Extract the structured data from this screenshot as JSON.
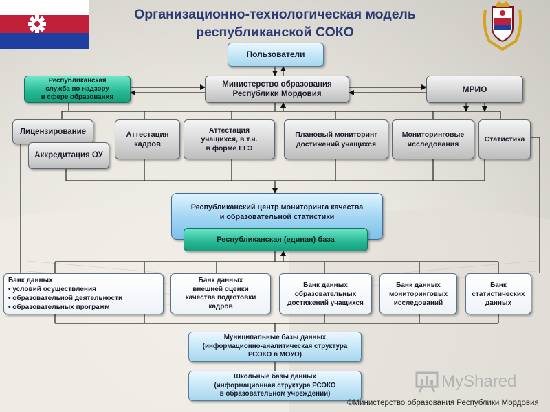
{
  "title": {
    "line1": "Организационно-технологическая модель",
    "line2": "республиканской СОКО"
  },
  "colors": {
    "title": "#2b3a73",
    "flag_white": "#ffffff",
    "flag_red": "#c0203a",
    "flag_blue": "#1f3fa0",
    "box_grey": "#cfcfcf",
    "box_light_blue": "#bfe4f6",
    "box_blue": "#9fd4f3",
    "box_teal": "#25b894"
  },
  "boxes": {
    "users": "Пользователи",
    "ministry": [
      "Министерство образования",
      "Республики Мордовия"
    ],
    "supervision": [
      "Республиканская",
      "служба по надзору",
      "в сфере образования"
    ],
    "mrio": "МРИО",
    "licensing": "Лицензирование",
    "accreditation": "Аккредитация ОУ",
    "staff_attestation": [
      "Аттестация",
      "кадров"
    ],
    "student_attestation": [
      "Аттестация",
      "учащихся, в т.ч.",
      "в форме ЕГЭ"
    ],
    "planned_monitoring": [
      "Плановый мониторинг",
      "достижений учащихся"
    ],
    "monitoring_research": [
      "Мониторинговые",
      "исследования"
    ],
    "statistics": "Статистика",
    "center": [
      "Республиканский центр мониторинга качества",
      "и образовательной статистики"
    ],
    "base": "Республиканская (единая) база",
    "municipal": [
      "Муниципальные базы данных",
      "(информационно-аналитическая  структура",
      "РСОКО в МОУО)"
    ],
    "school": [
      "Школьные базы данных",
      "(информационная структура РСОКО",
      "в образовательном учреждении)"
    ]
  },
  "banks": {
    "conditions": [
      "Банк данных",
      "• условий осуществления",
      "• образовательной деятельности",
      "• образовательных программ"
    ],
    "staff": [
      "Банк данных",
      "внешней оценки",
      "качества подготовки",
      "кадров"
    ],
    "achievements": [
      "Банк данных",
      "образовательных",
      "достижений учащихся"
    ],
    "research": [
      "Банк данных",
      "мониторинговых",
      "исследований"
    ],
    "statistics": [
      "Банк",
      "статистических",
      "данных"
    ]
  },
  "watermark": "MyShared",
  "footer": "©Министерство образования Республики Мордовия"
}
